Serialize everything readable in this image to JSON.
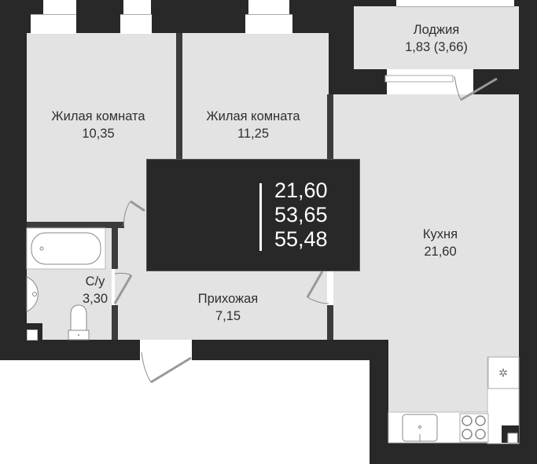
{
  "plan": {
    "rooms": [
      {
        "name": "Жилая комната",
        "area": "10,35"
      },
      {
        "name": "Жилая комната",
        "area": "11,25"
      },
      {
        "name": "Лоджия",
        "area": "1,83 (3,66)"
      },
      {
        "name": "Кухня",
        "area": "21,60"
      },
      {
        "name": "С/у",
        "area": "3,30"
      },
      {
        "name": "Прихожая",
        "area": "7,15"
      }
    ],
    "summary": {
      "living_area": "21,60",
      "total_area": "53,65",
      "total_area_with_loggia": "55,48"
    },
    "colors": {
      "wall": "#282828",
      "room_fill": "#e3e3e3",
      "text": "#2f2f2f",
      "summary_text": "#ffffff"
    },
    "icons": [
      "window-icon",
      "door-icon",
      "bathtub-icon",
      "sink-icon",
      "toilet-icon",
      "kitchen-sink-icon",
      "stove-icon",
      "fridge-icon",
      "riser-icon"
    ]
  }
}
